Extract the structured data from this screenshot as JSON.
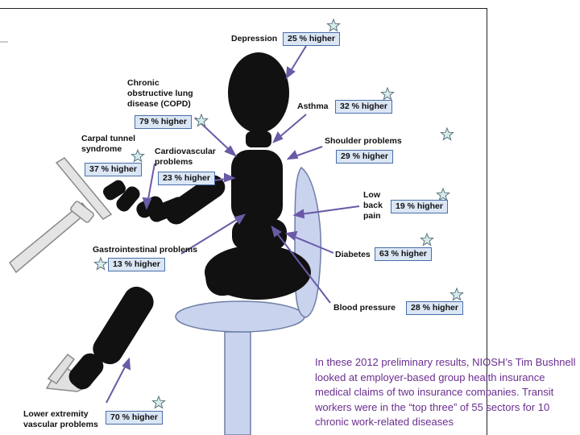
{
  "labels": {
    "depression": "Depression",
    "copd": "Chronic\nobstructive lung\ndisease (COPD)",
    "asthma": "Asthma",
    "carpal_tunnel": "Carpal tunnel\nsyndrome",
    "cardiovascular": "Cardiovascular\nproblems",
    "shoulder": "Shoulder problems",
    "low_back": "Low\nback\npain",
    "gastrointestinal": "Gastrointestinal problems",
    "diabetes": "Diabetes",
    "blood_pressure": "Blood pressure",
    "lower_extremity": "Lower extremity\nvascular problems"
  },
  "values": {
    "depression": "25 % higher",
    "copd": "79 % higher",
    "asthma": "32 % higher",
    "carpal_tunnel": "37 % higher",
    "cardiovascular": "23 % higher",
    "shoulder": "29 % higher",
    "low_back": "19 % higher",
    "gastrointestinal": "13 % higher",
    "diabetes": "63 % higher",
    "blood_pressure": "28 % higher",
    "lower_extremity": "70 % higher"
  },
  "note": "In these 2012 preliminary results, NIOSH’s Tim Bushnell looked at employer-based group health insurance medical claims of two insurance companies. Transit workers were in the “top three” of 55 sectors for 10 chronic work-related diseases",
  "colors": {
    "figure": "#111111",
    "chair": "#c9d3ee",
    "chair_outline": "#6e7ea6",
    "arrow": "#6a5aa6",
    "badge_fill": "#dbe6f5",
    "badge_border": "#4a6fa8",
    "note_text": "#6a2d8f",
    "star_fill": "#d6ecea",
    "star_stroke": "#5a7280"
  }
}
